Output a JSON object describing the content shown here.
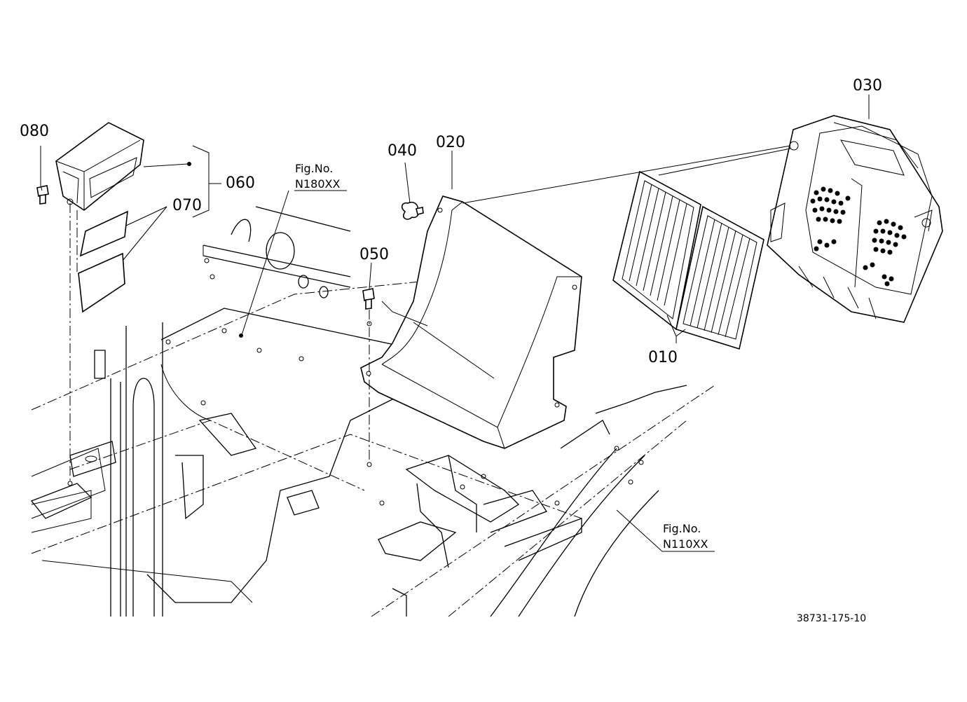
{
  "callouts": {
    "c010": "010",
    "c020": "020",
    "c030": "030",
    "c040": "040",
    "c050": "050",
    "c060": "060",
    "c070": "070",
    "c080": "080"
  },
  "figure_refs": [
    {
      "line1": "Fig.No.",
      "line2": "N180XX"
    },
    {
      "line1": "Fig.No.",
      "line2": "N110XX"
    }
  ],
  "drawing_number": "38731-175-10"
}
